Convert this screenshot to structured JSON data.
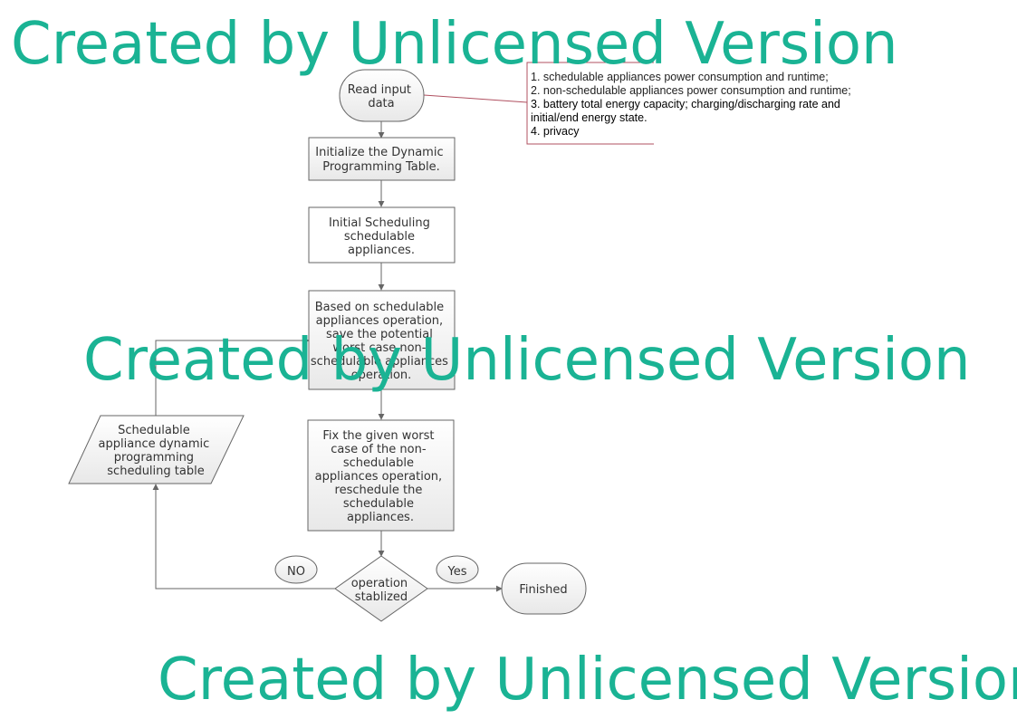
{
  "nodes": {
    "read_input": [
      "Read input",
      "data"
    ],
    "init_table": [
      "Initialize the Dynamic",
      "Programming Table."
    ],
    "initial_scheduling": [
      "Initial Scheduling",
      "schedulable",
      "appliances."
    ],
    "save_worst_case": [
      "Based on schedulable",
      "appliances operation,",
      "save the potential",
      "worst case non-",
      "schedulable appliances",
      "operation."
    ],
    "fix_worst_case": [
      "Fix the given worst",
      "case of the non-",
      "schedulable",
      "appliances operation,",
      "reschedule the",
      "schedulable",
      "appliances."
    ],
    "dp_table": [
      "Schedulable",
      "appliance  dynamic",
      "programming",
      "scheduling table"
    ],
    "decision": [
      "operation",
      "stablized"
    ],
    "finished": "Finished"
  },
  "labels": {
    "no": "NO",
    "yes": "Yes"
  },
  "note": [
    "1. schedulable appliances power consumption and runtime;",
    "2. non-schedulable appliances power consumption and runtime;",
    "3. battery total energy capacity; charging/discharging rate and",
    "initial/end energy state.",
    "4. privacy"
  ],
  "watermark": "Created by Unlicensed Version",
  "colors": {
    "watermark": "#1ab394",
    "stroke": "#666666",
    "note_connector": "#b05060"
  }
}
